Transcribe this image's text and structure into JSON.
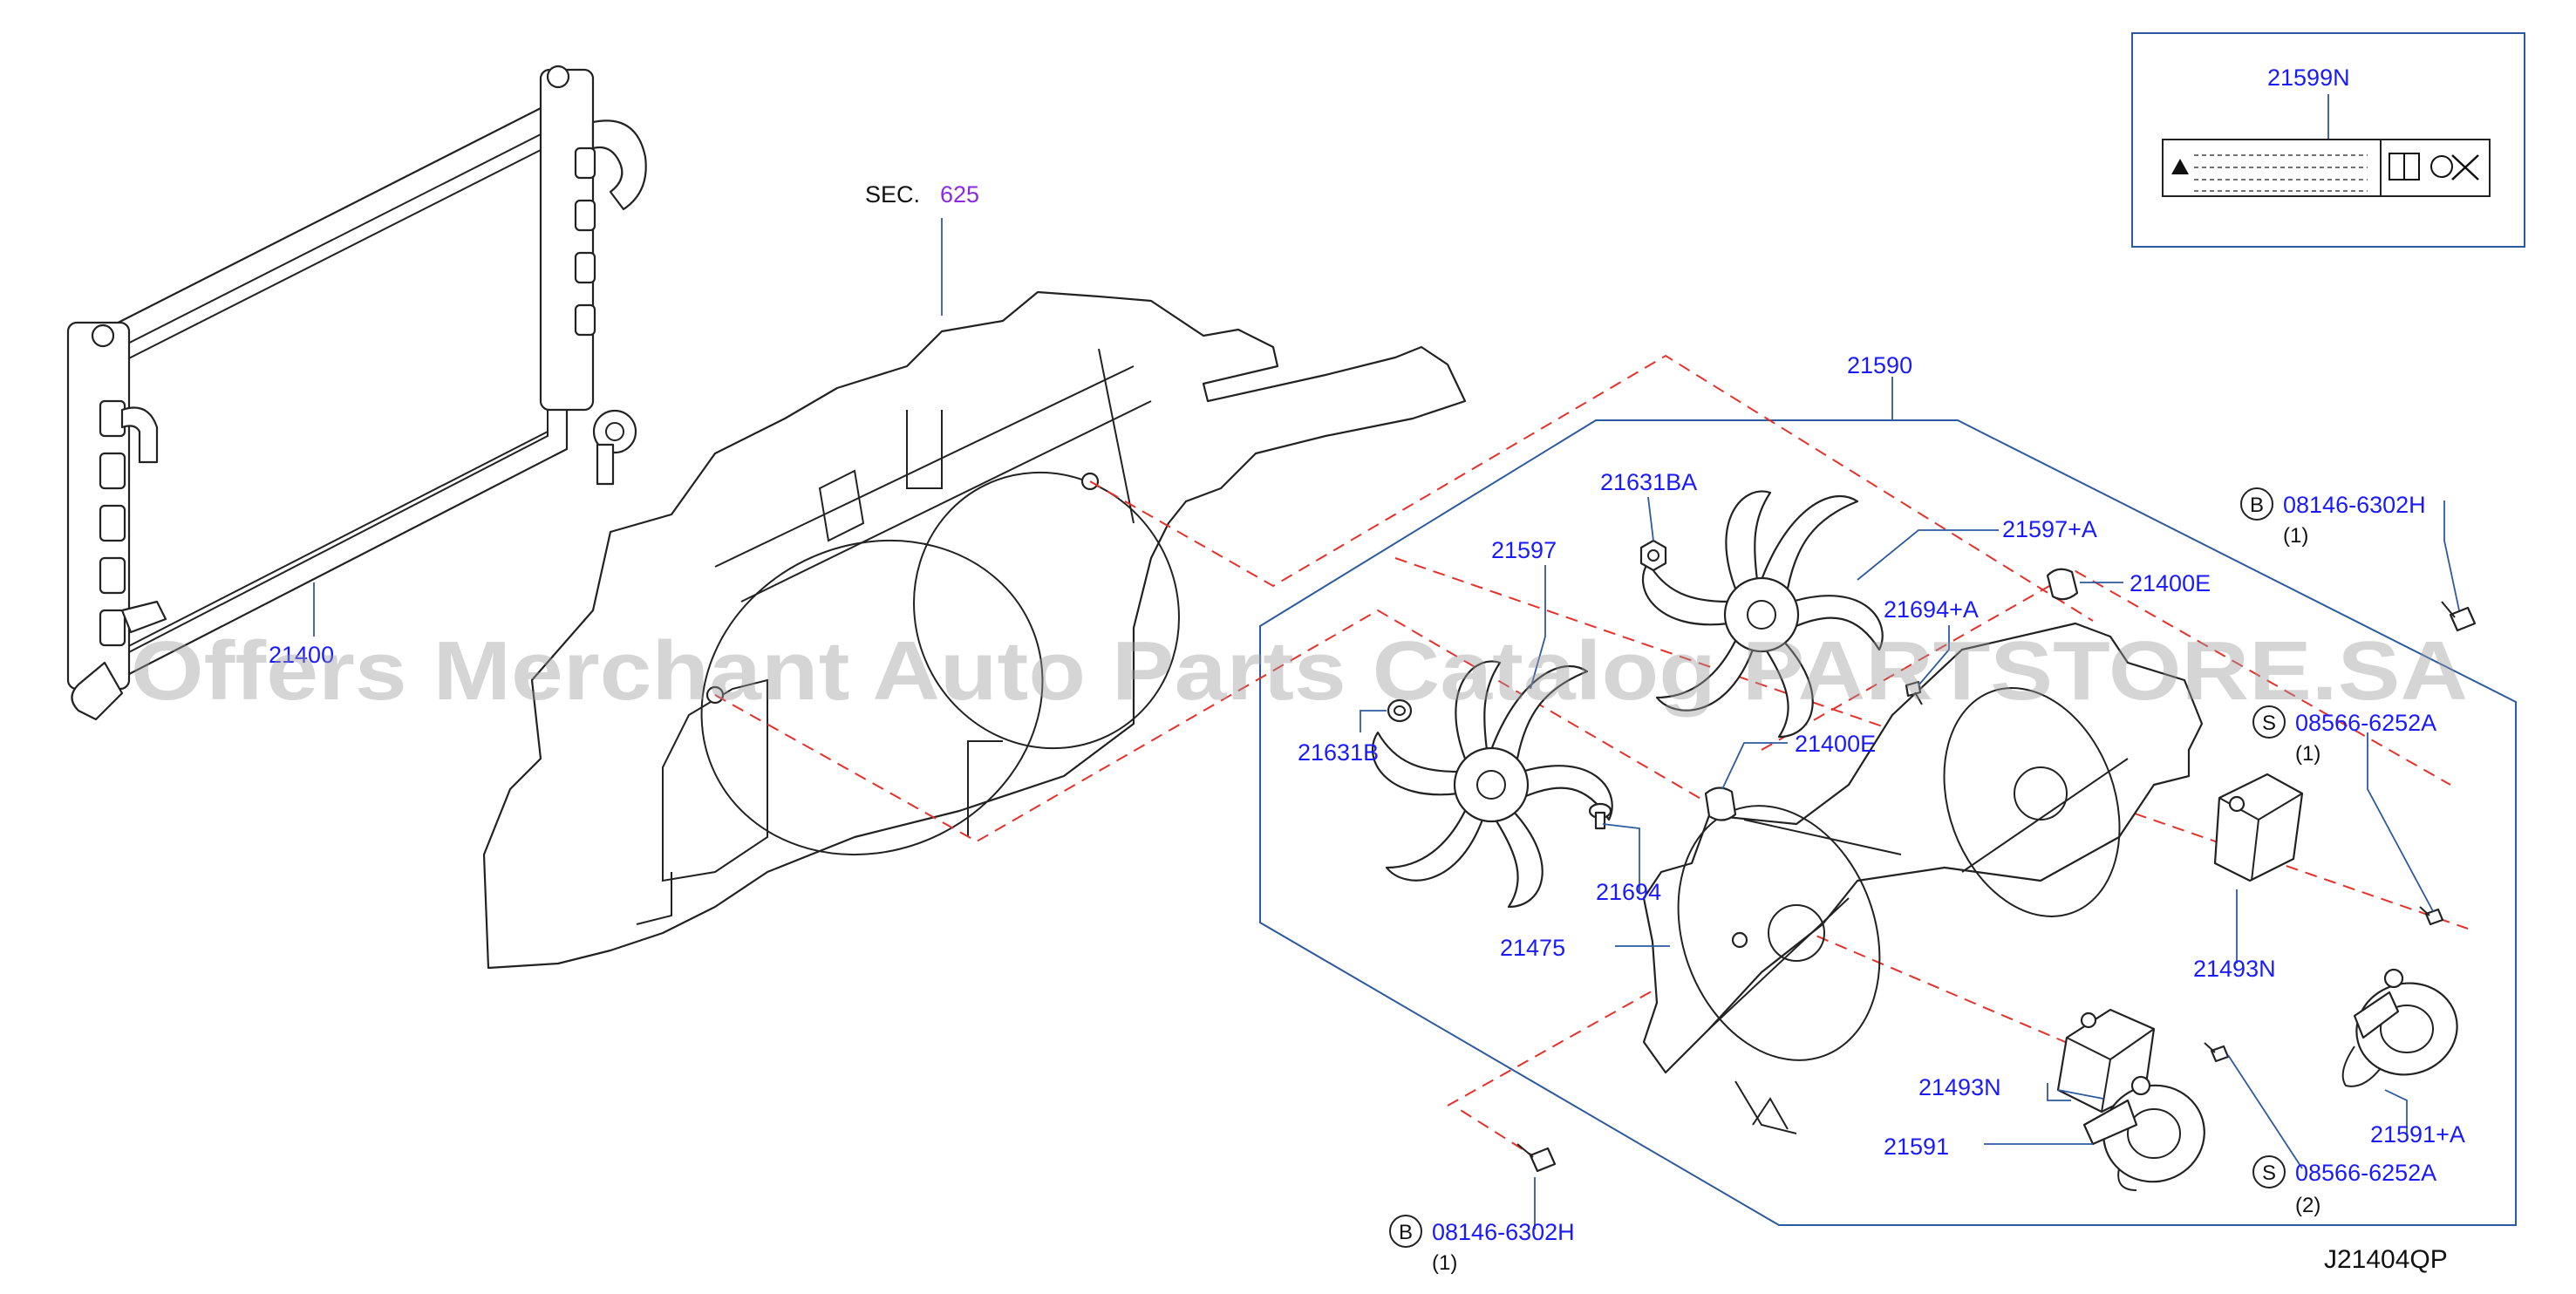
{
  "diagram_code": "J21404QP",
  "watermark": "Offers Merchant Auto Parts Catalog PARTSTORE.SA",
  "section_ref": {
    "prefix": "SEC.",
    "number": "625"
  },
  "label_box": {
    "part": "21599N"
  },
  "parts": {
    "radiator": "21400",
    "fan_assembly": "21590",
    "fan_shroud": "21475",
    "fan_left": "21597",
    "fan_right": "21597+A",
    "nut_ba": "21631BA",
    "nut_b": "21631B",
    "bushing_upper": "21400E",
    "bushing_lower": "21400E",
    "bolt_upper": "21694+A",
    "bolt_lower": "21694",
    "resistor_right": "21493N",
    "resistor_left": "21493N",
    "motor_left": "21591",
    "motor_right": "21591+A"
  },
  "fasteners": {
    "bolt_top": {
      "symbol": "B",
      "part": "08146-6302H",
      "qty": "(1)"
    },
    "bolt_bottom": {
      "symbol": "B",
      "part": "08146-6302H",
      "qty": "(1)"
    },
    "screw_upper": {
      "symbol": "S",
      "part": "08566-6252A",
      "qty": "(1)"
    },
    "screw_lower": {
      "symbol": "S",
      "part": "08566-6252A",
      "qty": "(2)"
    }
  },
  "colors": {
    "part_number": "#1a1aff",
    "section_link": "#8a2be2",
    "leader_line": "#2c5aa0",
    "phantom_line": "#e8302a",
    "line_art": "#222222"
  }
}
